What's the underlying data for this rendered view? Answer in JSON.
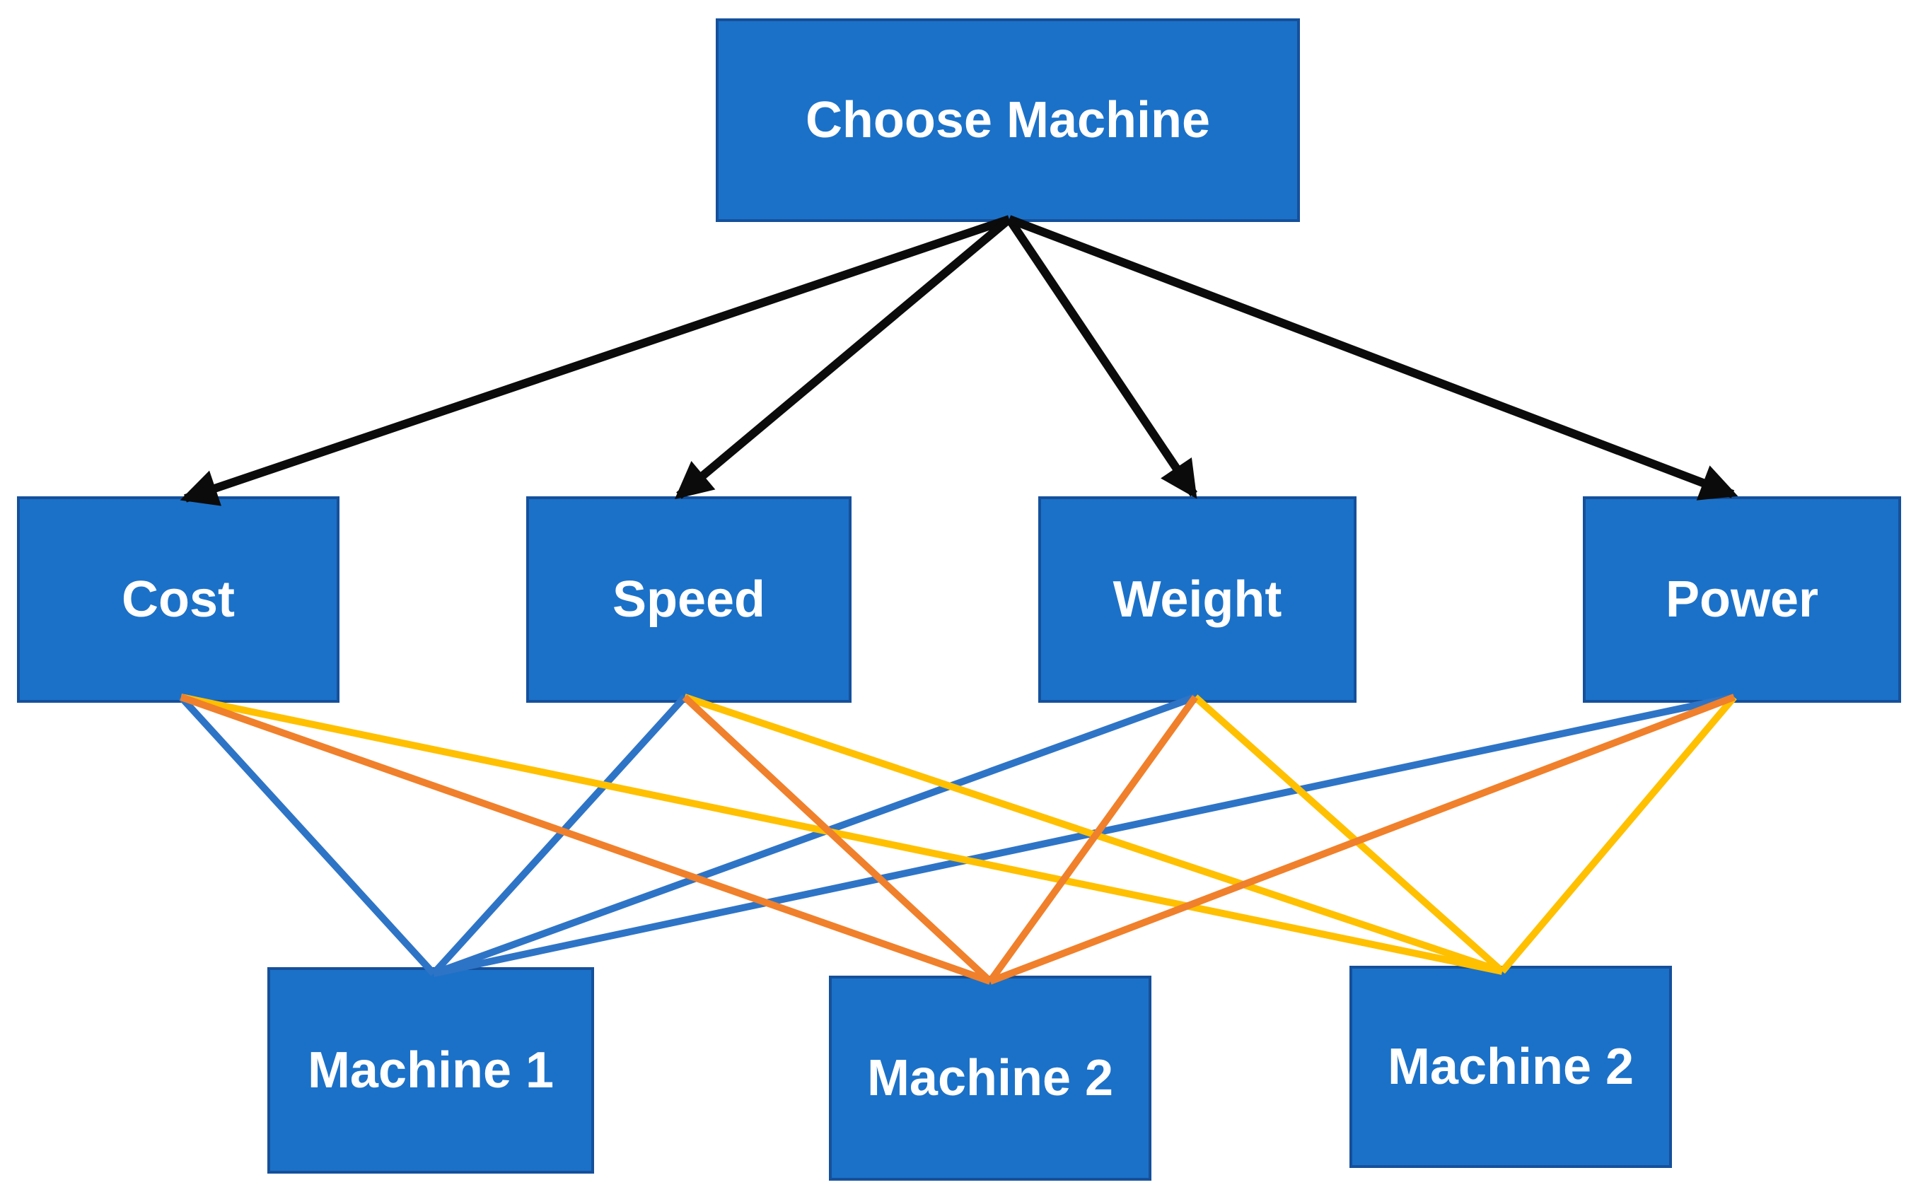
{
  "diagram": {
    "goal": {
      "id": "goal",
      "label": "Choose Machine"
    },
    "criteria": [
      {
        "id": "cost",
        "label": "Cost"
      },
      {
        "id": "speed",
        "label": "Speed"
      },
      {
        "id": "weight",
        "label": "Weight"
      },
      {
        "id": "power",
        "label": "Power"
      }
    ],
    "alternatives": [
      {
        "id": "machine-1",
        "label": "Machine 1"
      },
      {
        "id": "machine-2a",
        "label": "Machine 2"
      },
      {
        "id": "machine-2b",
        "label": "Machine 2"
      }
    ],
    "goal_edges": [
      {
        "from": "goal",
        "to": "cost"
      },
      {
        "from": "goal",
        "to": "speed"
      },
      {
        "from": "goal",
        "to": "weight"
      },
      {
        "from": "goal",
        "to": "power"
      }
    ],
    "criteria_edges": [
      {
        "from": "cost",
        "to": "machine-1",
        "color": "blue"
      },
      {
        "from": "cost",
        "to": "machine-2a",
        "color": "orange"
      },
      {
        "from": "cost",
        "to": "machine-2b",
        "color": "yellow"
      },
      {
        "from": "speed",
        "to": "machine-1",
        "color": "blue"
      },
      {
        "from": "speed",
        "to": "machine-2a",
        "color": "orange"
      },
      {
        "from": "speed",
        "to": "machine-2b",
        "color": "yellow"
      },
      {
        "from": "weight",
        "to": "machine-1",
        "color": "blue"
      },
      {
        "from": "weight",
        "to": "machine-2a",
        "color": "orange"
      },
      {
        "from": "weight",
        "to": "machine-2b",
        "color": "yellow"
      },
      {
        "from": "power",
        "to": "machine-1",
        "color": "blue"
      },
      {
        "from": "power",
        "to": "machine-2a",
        "color": "orange"
      },
      {
        "from": "power",
        "to": "machine-2b",
        "color": "yellow"
      }
    ],
    "colors": {
      "node_fill": "#1B71C8",
      "node_border": "#15509B",
      "node_text": "#FFFFFF",
      "arrow_black": "#0B0B0B",
      "blue": "#2E74C6",
      "orange": "#F0802B",
      "yellow": "#FFC000",
      "background": "#FFFFFF"
    }
  }
}
